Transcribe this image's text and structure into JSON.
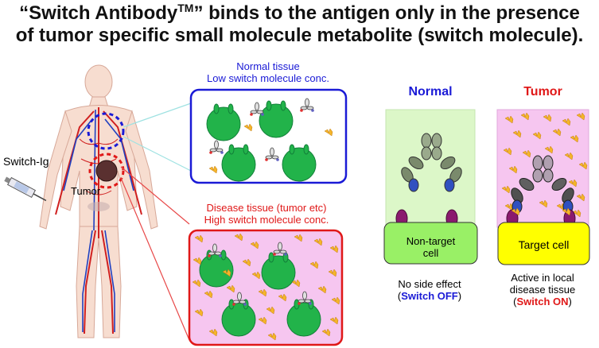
{
  "title": {
    "line1_a": "“Switch Antibody",
    "line1_sup": "TM",
    "line1_b": "” binds to the antigen only in the presence",
    "line2": "of tumor specific small molecule metabolite (switch molecule)."
  },
  "body_panel": {
    "switch_ig_label": "Switch-Ig",
    "tumor_label": "Tumor"
  },
  "normal_box": {
    "line1": "Normal tissue",
    "line2": "Low switch molecule conc."
  },
  "disease_box": {
    "line1": "Disease tissue (tumor etc)",
    "line2": "High switch molecule conc."
  },
  "normal_column": {
    "heading": "Normal",
    "cell_line1": "Non-target",
    "cell_line2": "cell",
    "caption_line1": "No side effect",
    "caption_open": "(",
    "caption_switch": "Switch OFF",
    "caption_close": ")"
  },
  "tumor_column": {
    "heading": "Tumor",
    "cell_label": "Target cell",
    "caption_line1": "Active in local",
    "caption_line2": "disease tissue",
    "caption_open": "(",
    "caption_switch": "Switch ON",
    "caption_close": ")"
  },
  "colors": {
    "blue": "#1a1ad6",
    "red": "#e01818",
    "green_cell": "#22b34a",
    "pink_bg": "#f6c6f0",
    "mint_bg": "#dcf7c8",
    "yellow_cell": "#ffff00",
    "molecule": "#f5b52a"
  }
}
